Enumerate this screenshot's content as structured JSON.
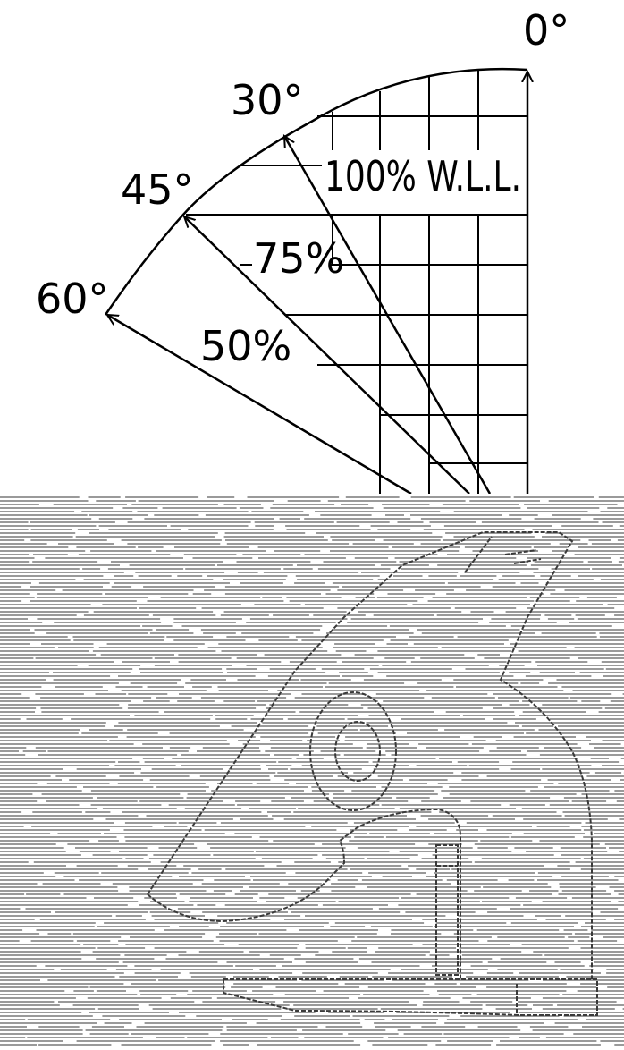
{
  "diagram": {
    "angles": [
      {
        "key": "a0",
        "label": "0°"
      },
      {
        "key": "a30",
        "label": "30°"
      },
      {
        "key": "a45",
        "label": "45°"
      },
      {
        "key": "a60",
        "label": "60°"
      }
    ],
    "capacities": [
      {
        "key": "c100",
        "label": "100% W.L.L."
      },
      {
        "key": "c75",
        "label": "75%"
      },
      {
        "key": "c50",
        "label": "50%"
      }
    ],
    "colors": {
      "line": "#000000",
      "background": "#ffffff",
      "hatch_scan": "#9a9a9a"
    }
  }
}
